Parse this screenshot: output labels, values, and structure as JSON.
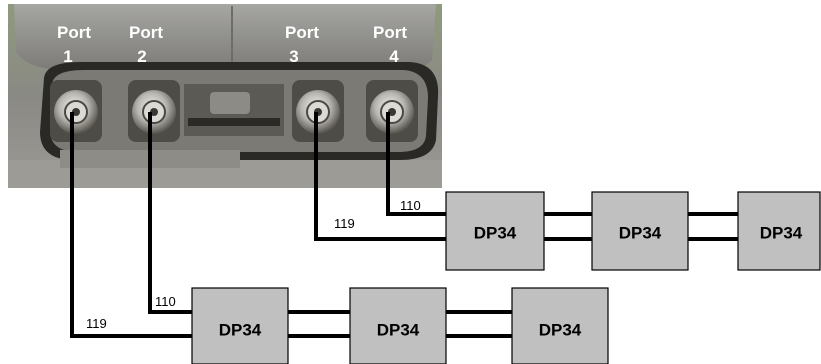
{
  "router_photo": {
    "ports": [
      {
        "id": "1",
        "label": "Port",
        "number": "1"
      },
      {
        "id": "2",
        "label": "Port",
        "number": "2"
      },
      {
        "id": "3",
        "label": "Port",
        "number": "3"
      },
      {
        "id": "4",
        "label": "Port",
        "number": "4"
      }
    ]
  },
  "upper_chain": {
    "cable_labels": [
      "110",
      "119"
    ],
    "boxes": [
      "DP34",
      "DP34",
      "DP34"
    ]
  },
  "lower_chain": {
    "cable_labels": [
      "110",
      "119"
    ],
    "boxes": [
      "DP34",
      "DP34",
      "DP34"
    ]
  },
  "colors": {
    "box_fill": "#c0c0c0",
    "cable": "#000000",
    "photo_background": "#8c8a86"
  }
}
